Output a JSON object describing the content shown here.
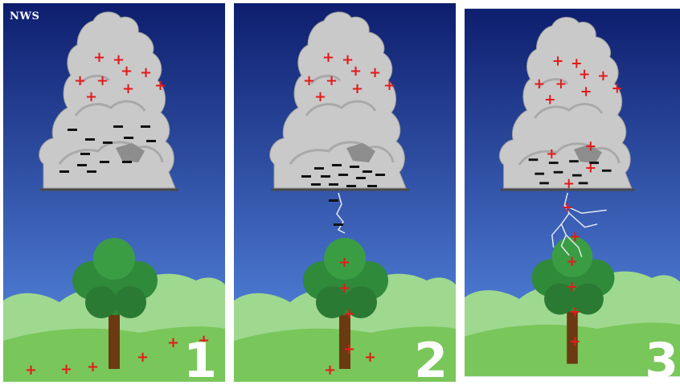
{
  "watermark": "NWS",
  "panels": [
    {
      "step": "1"
    },
    {
      "step": "2"
    },
    {
      "step": "3"
    }
  ],
  "colors": {
    "sky_top": "#0e1e6e",
    "sky_bottom": "#5a8fe8",
    "cloud": "#c9c9c9",
    "positive_charge": "#e31b1b",
    "negative_charge": "#111111",
    "tree_leaves": "#2f8a3a",
    "tree_trunk": "#6b3a12",
    "hills_back": "#9fd88f",
    "ground": "#79c65a",
    "lightning": "#e8e8f4"
  },
  "icons": [
    "cloud-icon",
    "tree-icon",
    "lightning-bolt-icon",
    "plus-charge-icon",
    "minus-charge-icon"
  ]
}
